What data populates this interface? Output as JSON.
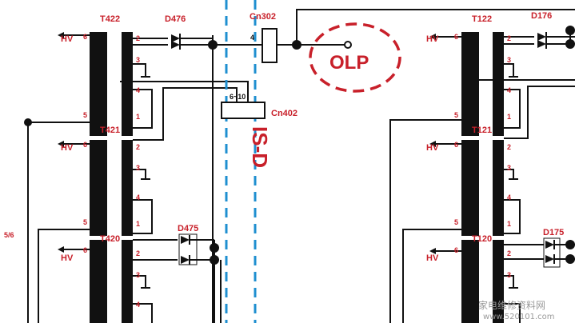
{
  "left": {
    "t422": "T422",
    "t421": "T421",
    "t420": "T420",
    "d476": "D476",
    "d475": "D475",
    "hv": "HV",
    "pins": {
      "p6": "6",
      "p5": "5",
      "p1": "1",
      "p2": "2",
      "p3": "3",
      "p4": "4"
    },
    "side_label": "5/6"
  },
  "connectors": {
    "cn302": "Cn302",
    "cn302_pin": "4",
    "cn402": "Cn402",
    "cn402_pins": "6~10"
  },
  "board_label": "IS-D",
  "olp": "OLP",
  "right": {
    "t122": "T122",
    "t121": "T121",
    "t120": "T120",
    "d176": "D176",
    "d175": "D175",
    "hv": "HV"
  },
  "watermark": {
    "line1": "家电维修资料网",
    "line2": "www.520101.com"
  },
  "colors": {
    "accent": "#c8202a",
    "dashed_line": "#1f8fd0",
    "wire": "#111111"
  }
}
